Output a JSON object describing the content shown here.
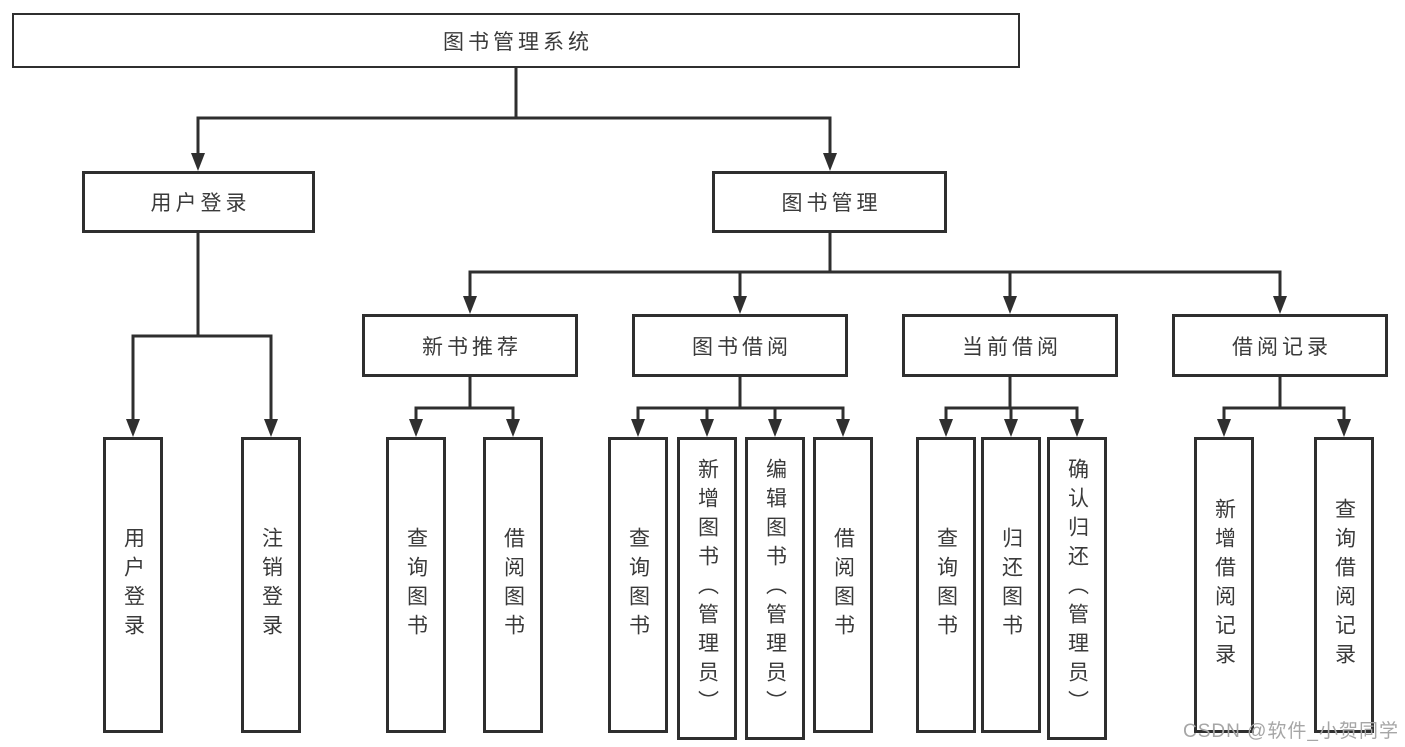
{
  "watermark": "CSDN @软件_小贺同学",
  "colors": {
    "background": "#ffffff",
    "line": "#2f2f2f",
    "box_border": "#2f2f2f",
    "text": "#3a3a3a",
    "watermark": "#a6a6a6"
  },
  "diagram": {
    "type": "hierarchy-tree",
    "root": {
      "label": "图书管理系统",
      "children": [
        {
          "label": "用户登录",
          "children": [
            {
              "label": "用户登录"
            },
            {
              "label": "注销登录"
            }
          ]
        },
        {
          "label": "图书管理",
          "children": [
            {
              "label": "新书推荐",
              "children": [
                {
                  "label": "查询图书"
                },
                {
                  "label": "借阅图书"
                }
              ]
            },
            {
              "label": "图书借阅",
              "children": [
                {
                  "label": "查询图书"
                },
                {
                  "label": "新增图书（管理员）"
                },
                {
                  "label": "编辑图书（管理员）"
                },
                {
                  "label": "借阅图书"
                }
              ]
            },
            {
              "label": "当前借阅",
              "children": [
                {
                  "label": "查询图书"
                },
                {
                  "label": "归还图书"
                },
                {
                  "label": "确认归还（管理员）"
                }
              ]
            },
            {
              "label": "借阅记录",
              "children": [
                {
                  "label": "新增借阅记录"
                },
                {
                  "label": "查询借阅记录"
                }
              ]
            }
          ]
        }
      ]
    }
  }
}
